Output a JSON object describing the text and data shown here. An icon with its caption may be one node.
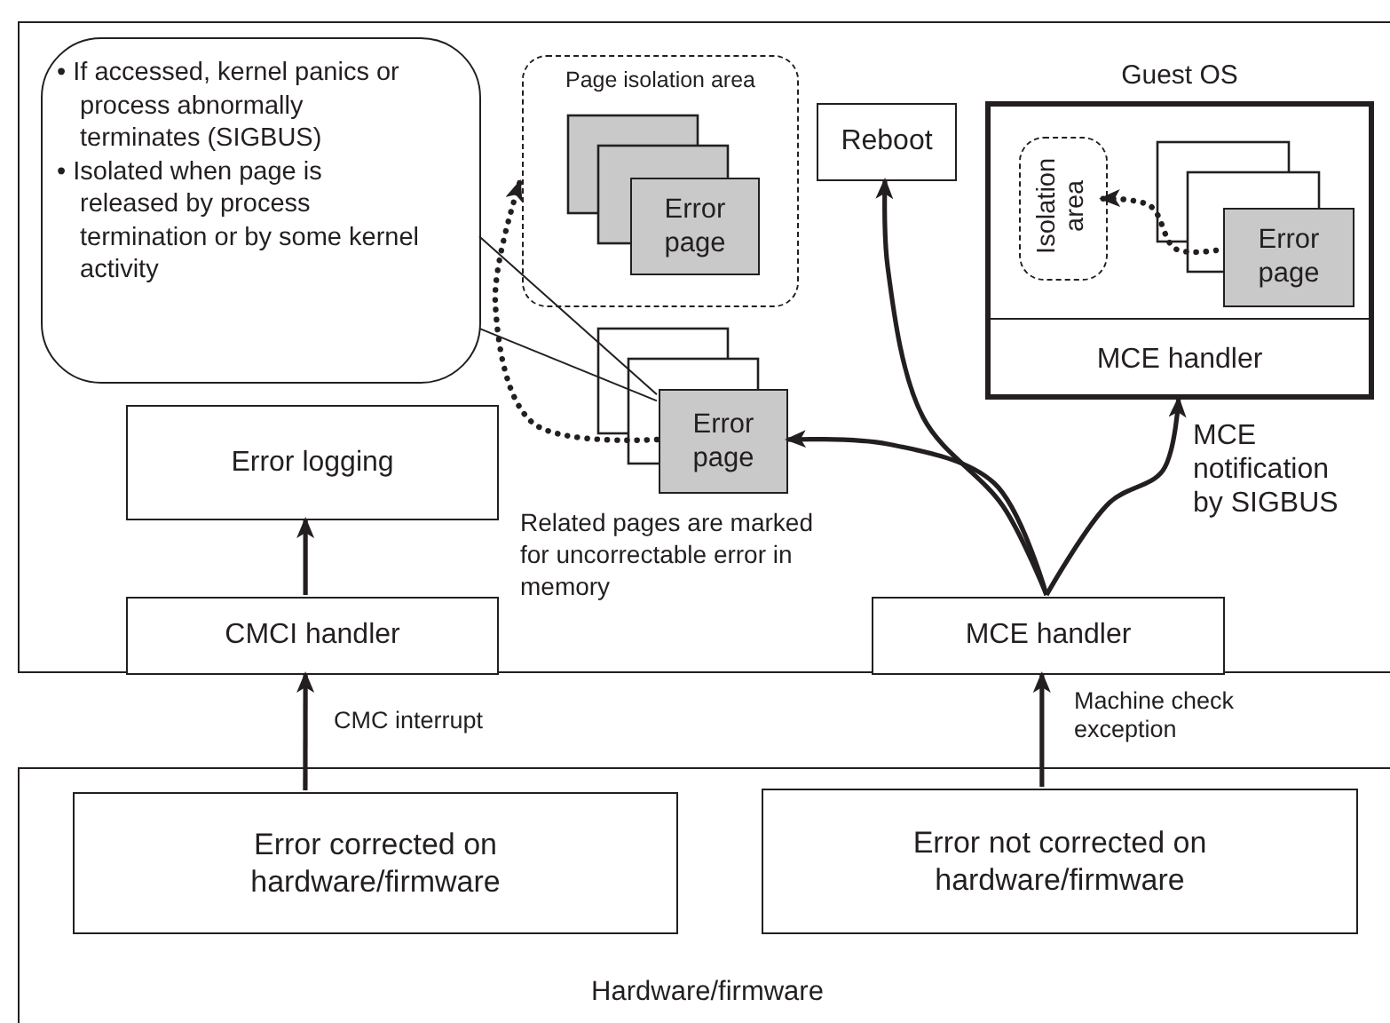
{
  "diagram": {
    "nodes": [
      {
        "text": [],
        "shape": "box"
      },
      {
        "text": [
          "• If accessed, kernel panics or process abnormally terminates (SIGBUS)",
          "• Isolated when page is released by process termination or by some kernel activity"
        ],
        "in": 0
      },
      {
        "text": [
          "Page isolation area"
        ],
        "in": 0
      },
      {
        "text": [
          "Error page"
        ],
        "in": 2
      },
      {
        "text": [
          "Error page"
        ],
        "in": 0
      },
      {
        "text": [
          "Reboot"
        ],
        "in": 0
      },
      {
        "text": [
          "Guest OS"
        ],
        "in": 0
      },
      {
        "text": [
          "Isolation area"
        ],
        "in": 6
      },
      {
        "text": [
          "Error page"
        ],
        "in": 6
      },
      {
        "text": [
          "MCE handler"
        ],
        "in": 6
      },
      {
        "text": [
          "Error logging"
        ],
        "in": 0
      },
      {
        "text": [
          "CMCI handler"
        ],
        "in": 0
      },
      {
        "text": [
          "MCE handler"
        ],
        "in": 0
      },
      {
        "text": [
          "Hardware/firmware"
        ]
      },
      {
        "text": [
          "Error corrected on hardware/firmware"
        ],
        "in": 13
      },
      {
        "text": [
          "Error not corrected on hardware/firmware"
        ],
        "in": 13
      }
    ],
    "edges": [
      {
        "from": 14,
        "to": 11,
        "arrow": "to",
        "label": "CMC interrupt"
      },
      {
        "from": 15,
        "to": 12,
        "arrow": "to",
        "label": "Machine check exception"
      },
      {
        "from": 11,
        "to": 10,
        "arrow": "to"
      },
      {
        "from": 12,
        "to": 4,
        "arrow": "to"
      },
      {
        "from": 12,
        "to": 5,
        "arrow": "to"
      },
      {
        "from": 12,
        "to": 9,
        "arrow": "to",
        "label": "MCE notification by SIGBUS"
      },
      {
        "from": 4,
        "to": 2,
        "arrow": "to",
        "style": "dashed"
      },
      {
        "from": 8,
        "to": 7,
        "arrow": "to",
        "style": "dashed"
      },
      {
        "from": 1,
        "to": 4,
        "arrow": "none"
      },
      {
        "from": 1,
        "to": 4,
        "arrow": "none"
      }
    ],
    "labels": [
      "Related pages are marked for uncorrectable error in memory"
    ]
  }
}
